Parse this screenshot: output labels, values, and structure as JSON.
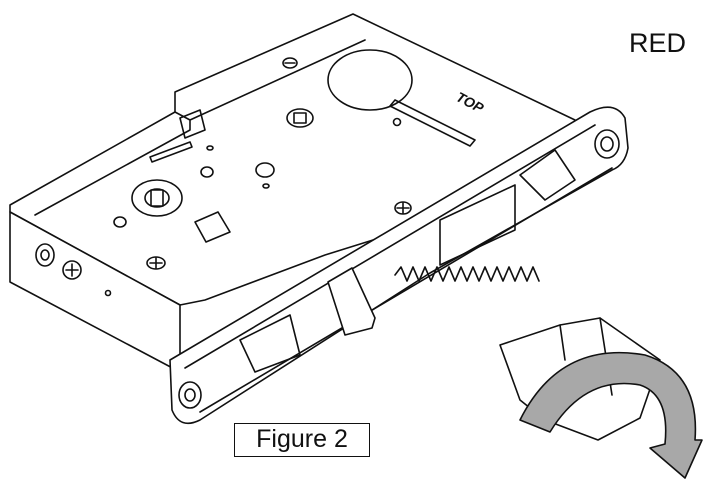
{
  "labels": {
    "red": "RED",
    "top_marking": "TOP",
    "figure": "Figure 2"
  },
  "colors": {
    "line": "#111111",
    "arrow_band": "#a8a8a8",
    "paper": "#ffffff"
  },
  "icons": {
    "rotation_arrow": "curved-arrow-icon",
    "spring": "coil-spring-icon"
  }
}
